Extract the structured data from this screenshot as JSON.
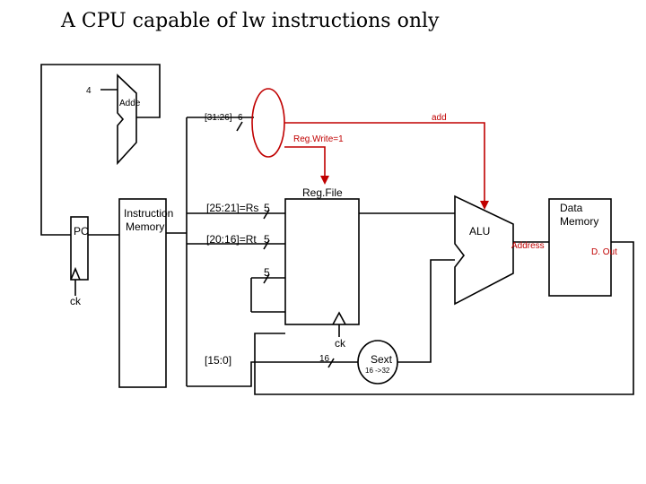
{
  "title": "A CPU capable of lw instructions only",
  "labels": {
    "four": "4",
    "adder": "Adde",
    "opcode": "[31:26]",
    "opcode_width": "6",
    "add": "add",
    "regwrite": "Reg.Write=1",
    "regfile": "Reg.File",
    "rs": "[25:21]=Rs",
    "rs_width": "5",
    "rt": "[20:16]=Rt",
    "rt_width": "5",
    "rd_width": "5",
    "pc": "PC",
    "instr_mem": "Instruction Memory",
    "alu": "ALU",
    "data_mem": "Data Memory",
    "address": "Address",
    "dout": "D. Out",
    "ck_pc": "ck",
    "ck_rf": "ck",
    "imm": "[15:0]",
    "imm_width": "16",
    "sext": "Sext",
    "sext_sub": "16 ->32"
  }
}
